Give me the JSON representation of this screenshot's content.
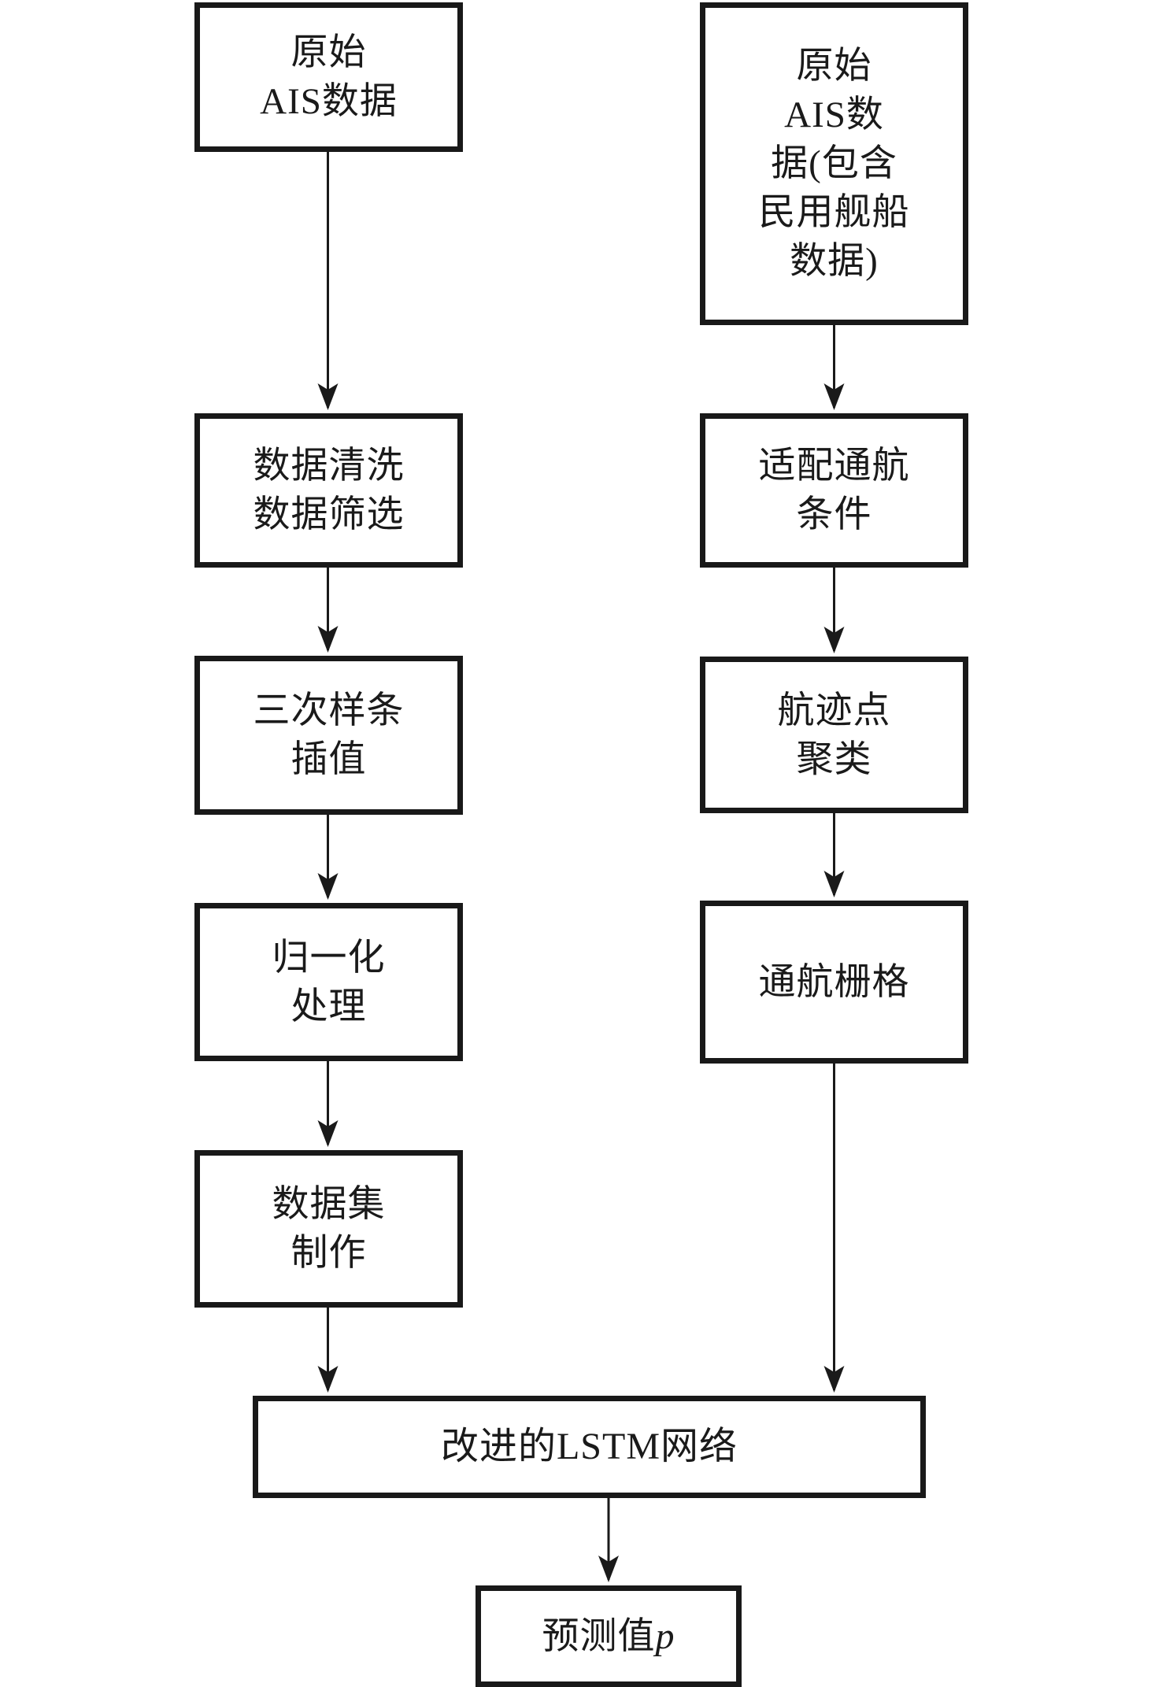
{
  "flowchart": {
    "left_column": [
      {
        "text": "原始\nAIS数据"
      },
      {
        "text": "数据清洗\n数据筛选"
      },
      {
        "text": "三次样条\n插值"
      },
      {
        "text": "归一化\n处理"
      },
      {
        "text": "数据集\n制作"
      }
    ],
    "right_column": [
      {
        "text": "原始\nAIS数\n据(包含\n民用舰船\n数据)"
      },
      {
        "text": "适配通航\n条件"
      },
      {
        "text": "航迹点\n聚类"
      },
      {
        "text": "通航栅格"
      }
    ],
    "merge_box": {
      "text": "改进的LSTM网络"
    },
    "output_box": {
      "prefix": "预测值",
      "variable": "p"
    },
    "colors": {
      "ink": "#1a1a1a",
      "background": "#ffffff"
    }
  }
}
